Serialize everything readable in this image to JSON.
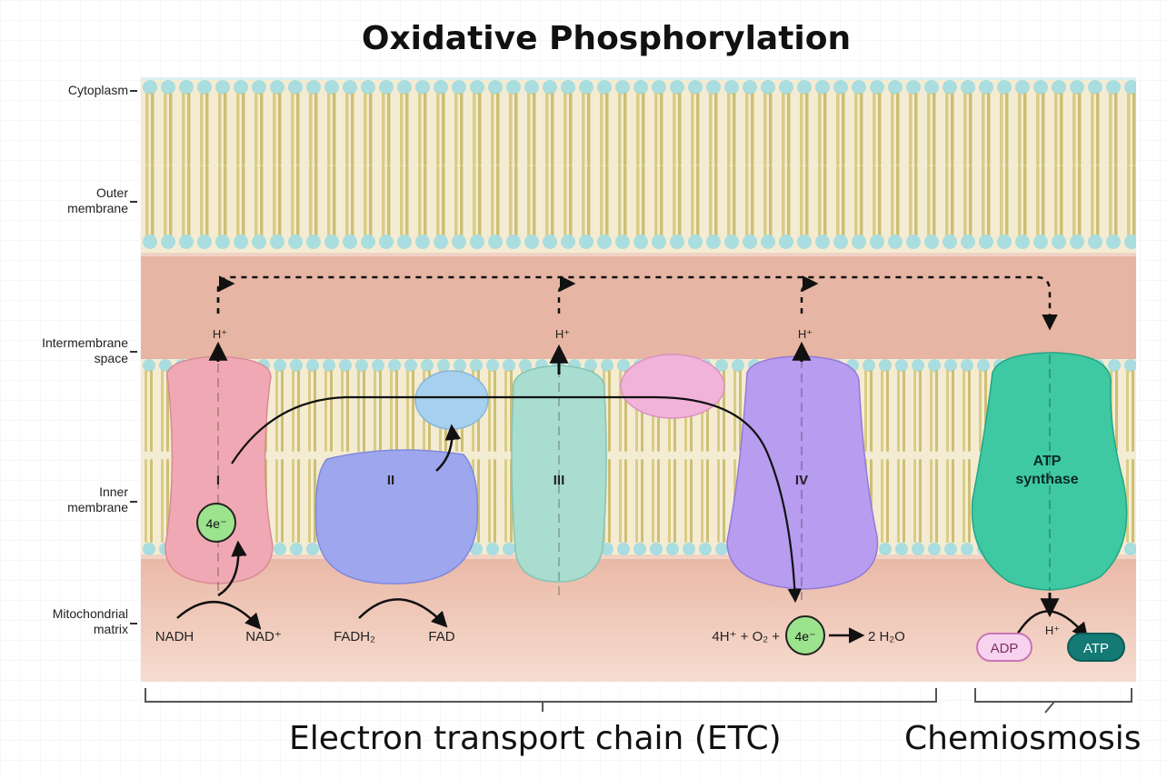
{
  "title": "Oxidative Phosphorylation",
  "regions": {
    "cytoplasm": "Cytoplasm",
    "outer_membrane": [
      "Outer",
      "membrane"
    ],
    "intermembrane_space": [
      "Intermembrane",
      "space"
    ],
    "inner_membrane": [
      "Inner",
      "membrane"
    ],
    "matrix": [
      "Mitochondrial",
      "matrix"
    ]
  },
  "complexes": {
    "c1": "I",
    "c2": "II",
    "c3": "III",
    "c4": "IV",
    "atp_synthase": [
      "ATP",
      "synthase"
    ]
  },
  "protons": {
    "h_plus": "H⁺"
  },
  "electrons": {
    "four_e": "4e⁻"
  },
  "reactions": {
    "nadh": "NADH",
    "nad": "NAD⁺",
    "fadh2": "FADH₂",
    "fad": "FAD",
    "water_lhs": "4H⁺ + O₂ +",
    "water_rhs": "2 H₂O",
    "adp": "ADP",
    "atp": "ATP"
  },
  "bottom": {
    "etc": "Electron transport chain (ETC)",
    "chemiosmosis": "Chemiosmosis"
  },
  "colors": {
    "complex_i": "#f0a9b4",
    "complex_ii": "#9ea6ee",
    "complex_iii": "#a8ddd0",
    "complex_iv": "#b79cf0",
    "atp_synthase": "#3ec9a3",
    "head_blue": "#a7d0ee",
    "head_pink": "#f2b3da",
    "electron": "#9be38d",
    "lipid_tail": "#d9cc86",
    "lipid_head": "#a9dde0",
    "intermembrane": "#e8b8a8",
    "matrix": "#f1d2c4"
  }
}
